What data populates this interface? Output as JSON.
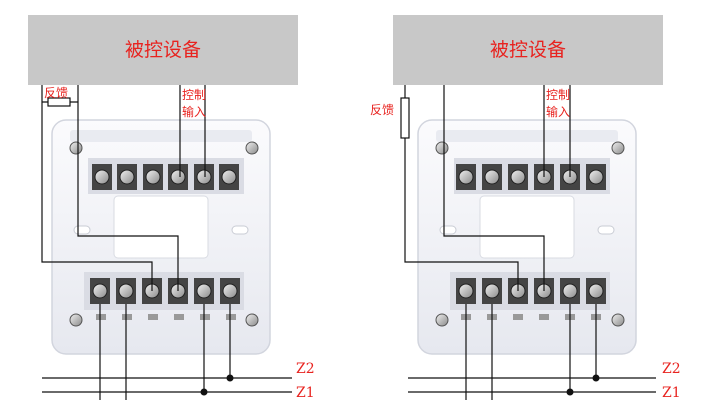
{
  "diagrams": [
    {
      "device_label": "被控设备",
      "feedback_label": "反馈",
      "control_label_line1": "控制",
      "control_label_line2": "输入",
      "bus_z2": "Z2",
      "bus_z1": "Z1"
    },
    {
      "device_label": "被控设备",
      "feedback_label": "反馈",
      "control_label_line1": "控制",
      "control_label_line2": "输入",
      "bus_z2": "Z2",
      "bus_z1": "Z1"
    }
  ],
  "colors": {
    "device_box": "#c8c8c8",
    "label_red": "#e8231f",
    "wire": "#111111",
    "module_body": "#f2f3f8",
    "terminal": "#3a3a3a"
  }
}
